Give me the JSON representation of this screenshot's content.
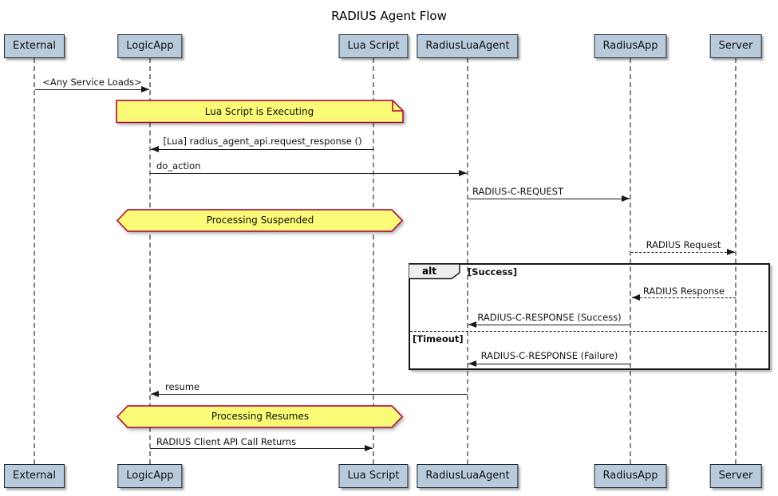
{
  "title": "RADIUS Agent Flow",
  "participants": [
    {
      "name": "External"
    },
    {
      "name": "LogicApp"
    },
    {
      "name": "Lua Script"
    },
    {
      "name": "RadiusLuaAgent"
    },
    {
      "name": "RadiusApp"
    },
    {
      "name": "Server"
    }
  ],
  "messages": [
    {
      "label": "<Any Service Loads>",
      "from": "External",
      "to": "LogicApp",
      "line": "solid"
    },
    {
      "label": "[Lua] radius_agent_api.request_response ()",
      "from": "Lua Script",
      "to": "LogicApp",
      "line": "solid"
    },
    {
      "label": "do_action",
      "from": "LogicApp",
      "to": "RadiusLuaAgent",
      "line": "solid"
    },
    {
      "label": "RADIUS-C-REQUEST",
      "from": "RadiusLuaAgent",
      "to": "RadiusApp",
      "line": "solid"
    },
    {
      "label": "RADIUS Request",
      "from": "RadiusApp",
      "to": "Server",
      "line": "dashed"
    },
    {
      "label": "RADIUS Response",
      "from": "Server",
      "to": "RadiusApp",
      "line": "dashed"
    },
    {
      "label": "RADIUS-C-RESPONSE (Success)",
      "from": "RadiusApp",
      "to": "RadiusLuaAgent",
      "line": "solid"
    },
    {
      "label": "RADIUS-C-RESPONSE (Failure)",
      "from": "RadiusApp",
      "to": "RadiusLuaAgent",
      "line": "solid"
    },
    {
      "label": "resume",
      "from": "RadiusLuaAgent",
      "to": "LogicApp",
      "line": "solid"
    },
    {
      "label": "RADIUS Client API Call Returns",
      "from": "LogicApp",
      "to": "Lua Script",
      "line": "solid"
    }
  ],
  "notes": [
    {
      "label": "Lua Script is Executing",
      "shape": "note"
    },
    {
      "label": "Processing Suspended",
      "shape": "hexagon"
    },
    {
      "label": "Processing Resumes",
      "shape": "hexagon"
    }
  ],
  "alt_frame": {
    "operator": "alt",
    "sections": [
      {
        "condition": "[Success]"
      },
      {
        "condition": "[Timeout]"
      }
    ]
  },
  "colors": {
    "participant_fill": "#B8CBDC",
    "participant_border": "#222833",
    "note_fill": "#FBFB77",
    "note_border": "#A80036",
    "lifeline": "#838383",
    "arrow": "#181818",
    "frame_border": "#181818",
    "frame_operator_fill": "#EEEEEE",
    "background": "#FFFFFF"
  }
}
